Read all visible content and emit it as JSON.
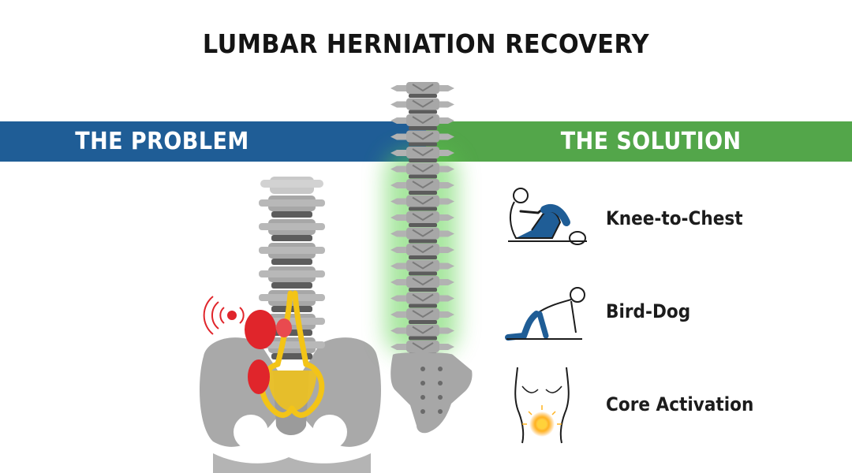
{
  "title": "LUMBAR HERNIATION RECOVERY",
  "panels": {
    "problem": "THE PROBLEM",
    "solution": "THE SOLUTION"
  },
  "exercises": [
    {
      "label": "Knee-to-Chest",
      "icon": "knee-to-chest-figure-icon"
    },
    {
      "label": "Bird-Dog",
      "icon": "bird-dog-figure-icon"
    },
    {
      "label": "Core Activation",
      "icon": "torso-core-glow-icon"
    }
  ],
  "colors": {
    "problem_band": "#1f5d96",
    "solution_band": "#53a64a",
    "bone": "#a7a7a7",
    "disc": "#5c5c5c",
    "herniation": "#e0252b",
    "nerve": "#f3c417",
    "glow": "#5fd24f",
    "figure": "#1f5d96"
  }
}
